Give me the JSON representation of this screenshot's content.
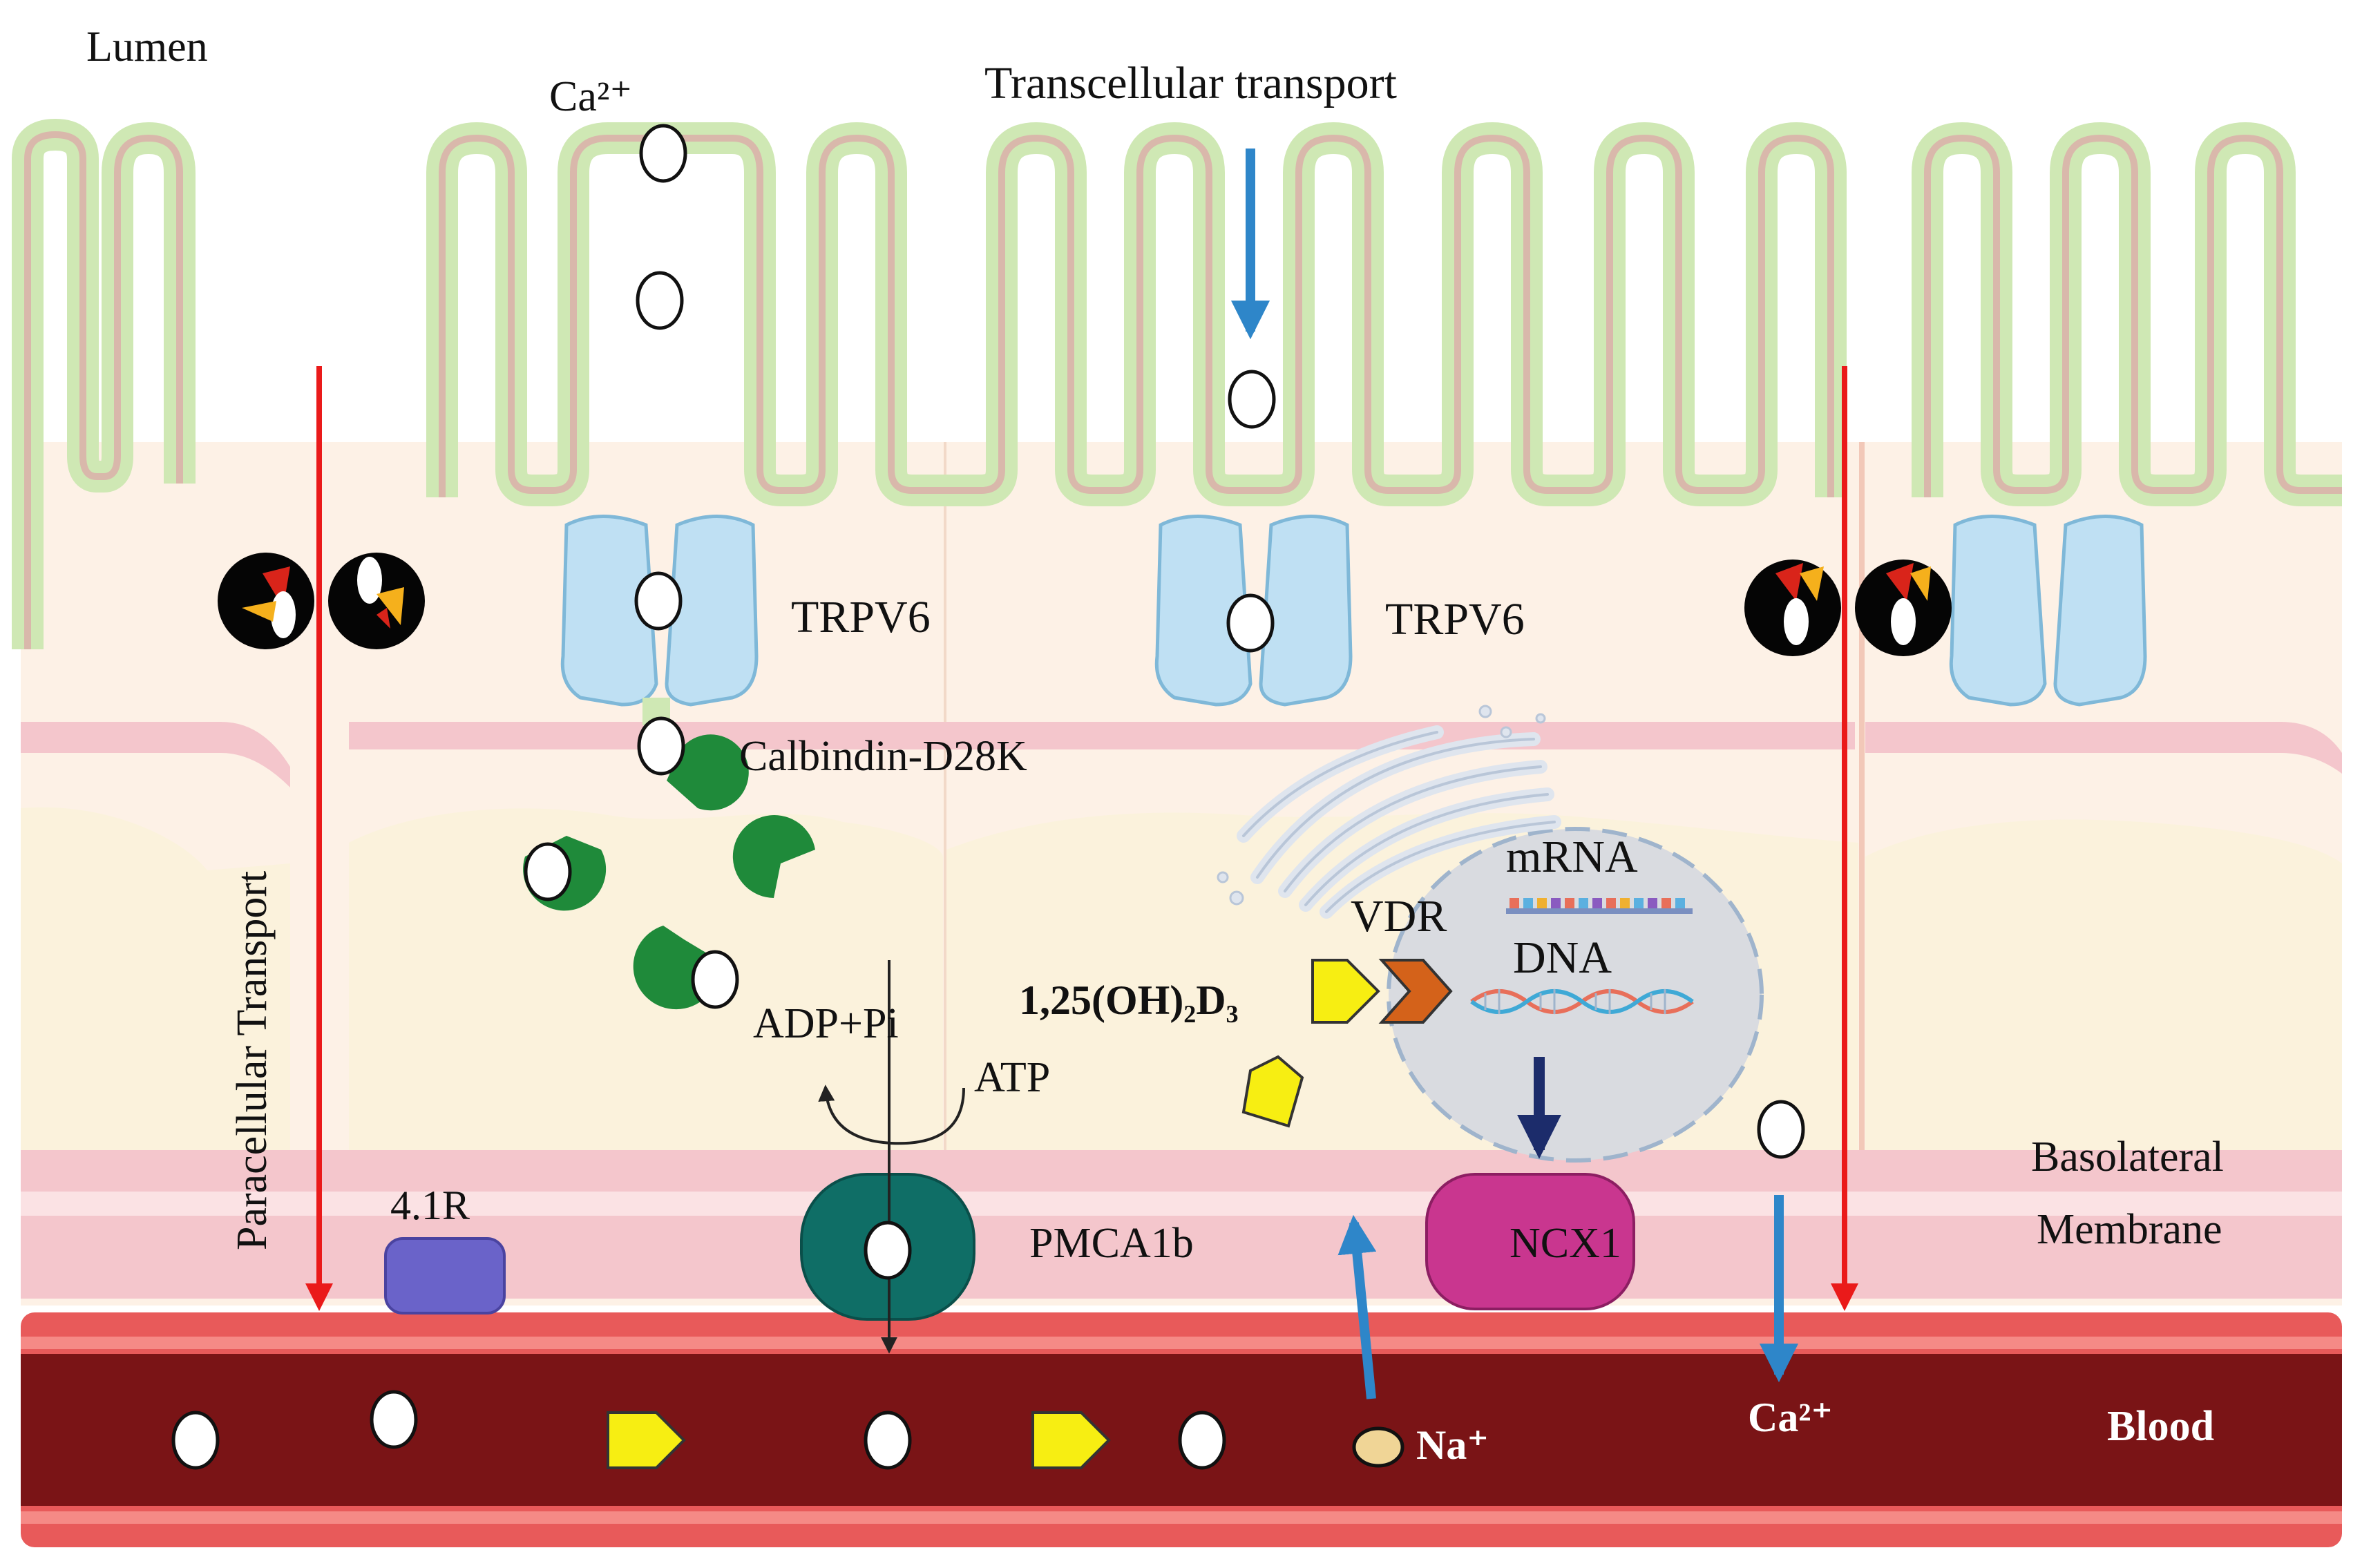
{
  "labels": {
    "lumen": "Lumen",
    "ca_top": "Ca²⁺",
    "transcellular": "Transcellular transport",
    "paracellular": "Paracellular Transport",
    "trpv6_left": "TRPV6",
    "trpv6_right": "TRPV6",
    "calbindin": "Calbindin-D28K",
    "mrna": "mRNA",
    "vdr": "VDR",
    "dna": "DNA",
    "vitamin_d": "1,25(OH)₂D₃",
    "adp": "ADP+Pi",
    "atp": "ATP",
    "protein_41r": "4.1R",
    "pmca": "PMCA1b",
    "ncx1": "NCX1",
    "basolateral": [
      "Basolateral",
      "Membrane"
    ],
    "na": "Na⁺",
    "ca_blood": "Ca²⁺",
    "blood": "Blood"
  },
  "colors": {
    "microvilli_outer": "#cfe8b4",
    "microvilli_inner": "#e8cbc1",
    "cell_cytoplasm": "#fdf1e6",
    "cell_interior": "#fbf2dc",
    "membrane_band": "#f4c6cc",
    "blood_dark": "#7a1416",
    "blood_edge": "#e85a5a",
    "trpv6": "#bfe0f3",
    "calbindin": "#1f8a3a",
    "pmca": "#0f6e66",
    "ncx1": "#c9368f",
    "protein_41r": "#6a63c9",
    "nucleus": "#d9dbe0",
    "vitamin_d": "#f7ee12",
    "vdr": "#d4621a",
    "arrow_red": "#ea1a1a",
    "arrow_blue": "#2e86c9",
    "arrow_navy": "#1c2c6b"
  },
  "icons": [
    "calcium-ion",
    "trpv6-channel",
    "calbindin-protein",
    "tight-junction-protein",
    "vitamin-d-pentagon",
    "vdr-chevron",
    "mrna-strand",
    "dna-helix",
    "pmca-pump",
    "ncx1-exchanger",
    "sodium-ion"
  ]
}
